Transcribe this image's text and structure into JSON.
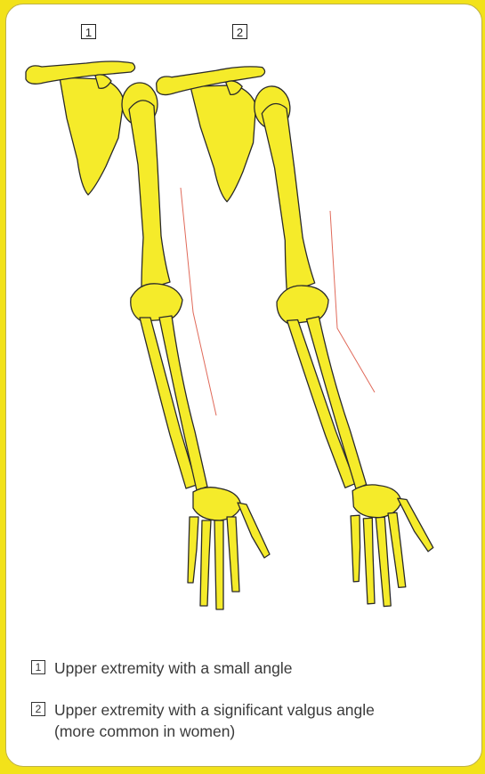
{
  "figures": [
    {
      "number": "1",
      "caption": "Upper extremity with a small angle"
    },
    {
      "number": "2",
      "caption": "Upper extremity with a significant valgus angle (more common in women)"
    }
  ],
  "colors": {
    "background": "#f2e21a",
    "panel": "#ffffff",
    "bone_fill": "#f5eb2a",
    "bone_outline": "#2a2a2a",
    "angle_line": "#e06a5a"
  }
}
